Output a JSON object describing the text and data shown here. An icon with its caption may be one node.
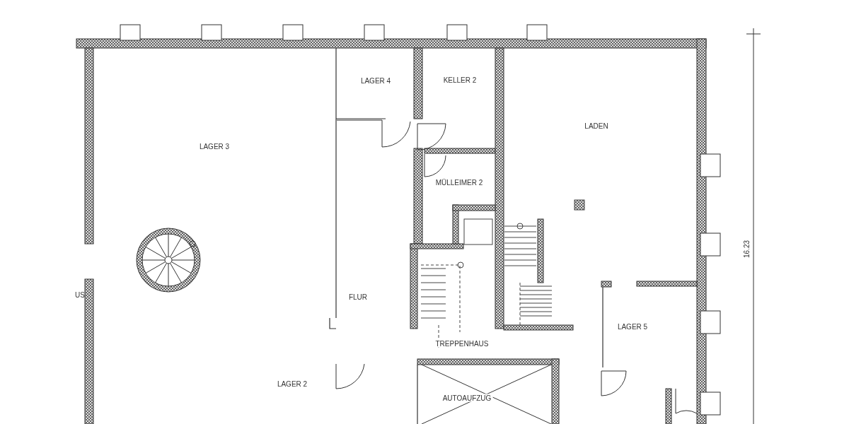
{
  "diagram": {
    "nodes": [
      {
        "text": [
          "LAGER 3"
        ]
      },
      {
        "text": [
          "LAGER 4"
        ]
      },
      {
        "text": [
          "KELLER 2"
        ]
      },
      {
        "text": [
          "LADEN"
        ]
      },
      {
        "text": [
          "MÜLLEIMER 2"
        ]
      },
      {
        "text": [
          "FLUR"
        ]
      },
      {
        "text": [
          "LAGER 5"
        ]
      },
      {
        "text": [
          "TREPPENHAUS"
        ]
      },
      {
        "text": [
          "LAGER 2"
        ]
      },
      {
        "text": [
          "AUTOAUFZUG"
        ]
      }
    ],
    "edges": [],
    "labels": [
      "16.23",
      "US"
    ]
  }
}
